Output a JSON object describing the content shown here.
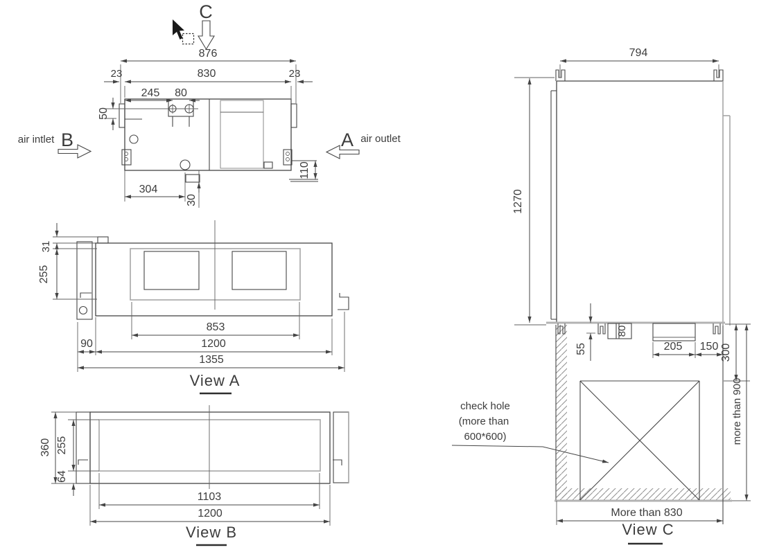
{
  "colors": {
    "line": "#454545",
    "panel_gray": "#a6a6a6",
    "text": "#3c3c3c"
  },
  "plan": {
    "section_c": "C",
    "section_a": "A",
    "section_b": "B",
    "air_inlet": "air intlet",
    "air_outlet": "air outlet",
    "dim_876": "876",
    "dim_830": "830",
    "dim_23_left": "23",
    "dim_23_right": "23",
    "dim_245": "245",
    "dim_80": "80",
    "dim_50": "50",
    "dim_304": "304",
    "dim_30": "30",
    "dim_110": "110"
  },
  "view_a": {
    "title": "View A",
    "dim_31": "31",
    "dim_255": "255",
    "dim_853": "853",
    "dim_90": "90",
    "dim_1200": "1200",
    "dim_1355": "1355"
  },
  "view_b": {
    "title": "View B",
    "dim_360": "360",
    "dim_255": "255",
    "dim_64": "64",
    "dim_1103": "1103",
    "dim_1200": "1200"
  },
  "view_c": {
    "title": "View C",
    "dim_794": "794",
    "dim_1270": "1270",
    "dim_55": "55",
    "dim_80": "80",
    "dim_205": "205",
    "dim_150": "150",
    "dim_300": "300",
    "dim_more_900": "more than 900",
    "dim_more_830": "More than 830",
    "note_line1": "check hole",
    "note_line2": "(more than",
    "note_line3": "600*600)"
  }
}
